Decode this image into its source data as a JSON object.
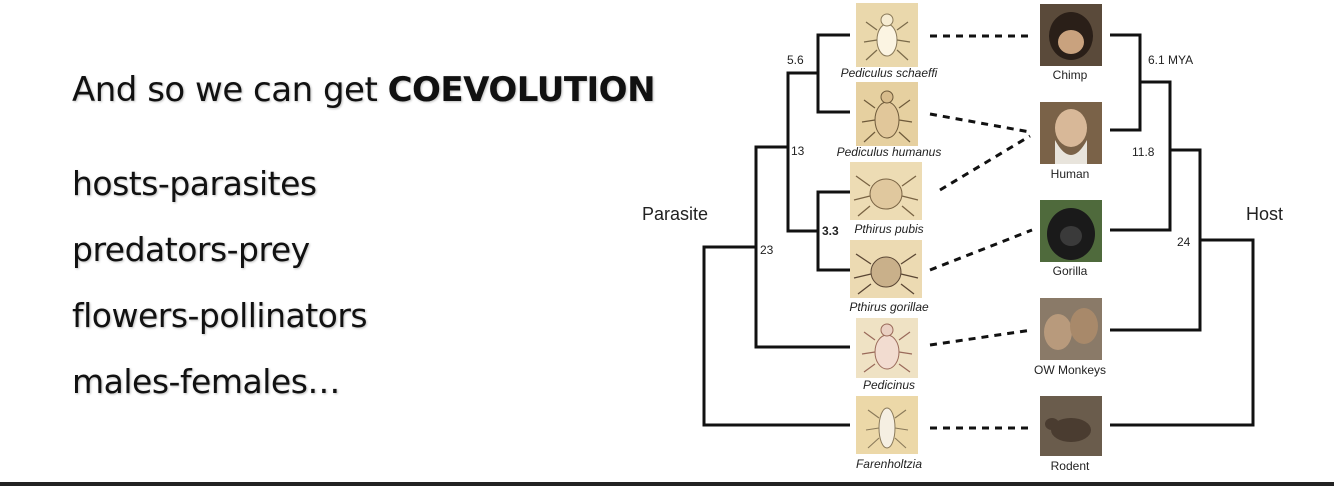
{
  "slide": {
    "headline_prefix": "And so we can get ",
    "headline_bold": "COEVOLUTION",
    "items": [
      "hosts-parasites",
      "predators-prey",
      "flowers-pollinators",
      "males-females…"
    ]
  },
  "diagram": {
    "parasite_label": "Parasite",
    "host_label": "Host",
    "parasites": [
      "Pediculus schaeffi",
      "Pediculus humanus",
      "Pthirus pubis",
      "Pthirus gorillae",
      "Pedicinus",
      "Farenholtzia"
    ],
    "hosts": [
      "Chimp",
      "Human",
      "Gorilla",
      "OW Monkeys",
      "Rodent"
    ],
    "parasite_node_ages": [
      "5.6",
      "13",
      "3.3",
      "23"
    ],
    "host_node_ages": [
      "6.1 MYA",
      "11.8",
      "24"
    ],
    "colors": {
      "line": "#111111",
      "thumb_tan": "#e9d6a8",
      "thumb_dark": "#6b5a48"
    }
  }
}
